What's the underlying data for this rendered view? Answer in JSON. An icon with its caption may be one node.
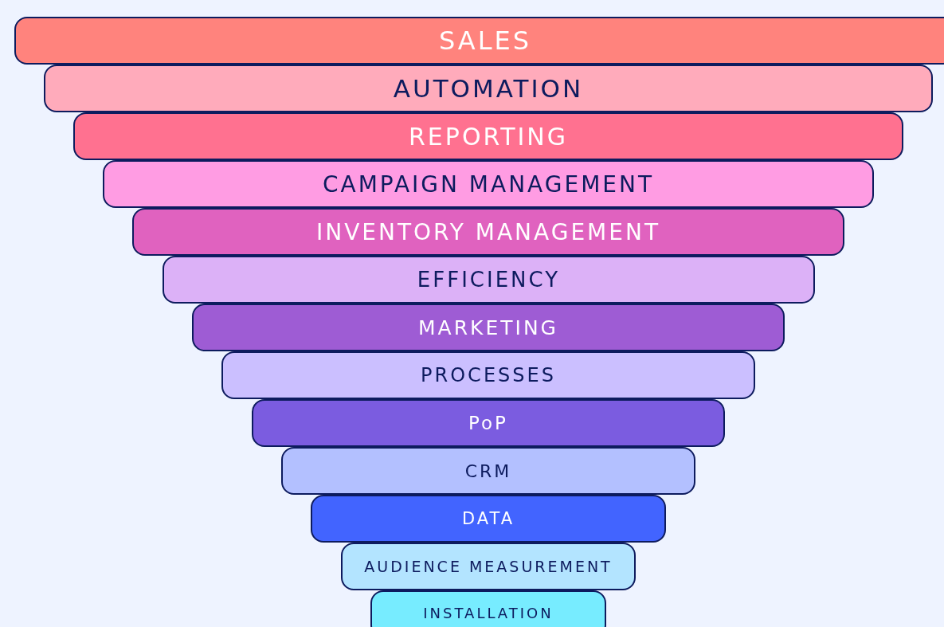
{
  "diagram": {
    "nodes": [
      {
        "text": [
          "SALES"
        ]
      },
      {
        "text": [
          "AUTOMATION"
        ]
      },
      {
        "text": [
          "REPORTING"
        ]
      },
      {
        "text": [
          "CAMPAIGN MANAGEMENT"
        ]
      },
      {
        "text": [
          "INVENTORY MANAGEMENT"
        ]
      },
      {
        "text": [
          "EFFICIENCY"
        ]
      },
      {
        "text": [
          "MARKETING"
        ]
      },
      {
        "text": [
          "PROCESSES"
        ]
      },
      {
        "text": [
          "PoP"
        ]
      },
      {
        "text": [
          "CRM"
        ]
      },
      {
        "text": [
          "DATA"
        ]
      },
      {
        "text": [
          "AUDIENCE MEASUREMENT"
        ]
      },
      {
        "text": [
          "INSTALLATION"
        ]
      }
    ]
  }
}
